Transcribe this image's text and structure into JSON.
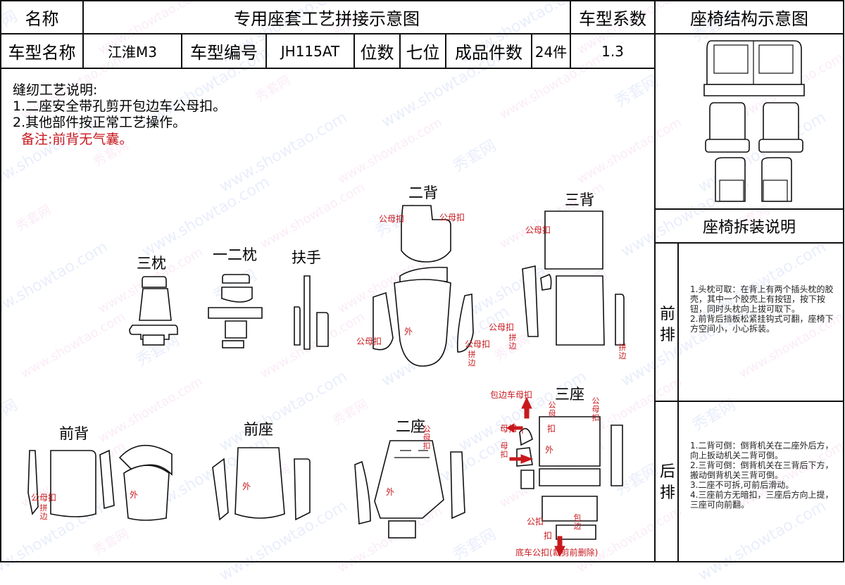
{
  "header": {
    "name_label": "名称",
    "title": "专用座套工艺拼接示意图",
    "coef_label": "车型系数",
    "structure_label": "座椅结构示意图",
    "model_name_label": "车型名称",
    "model_name": "江淮M3",
    "model_code_label": "车型编号",
    "model_code": "JH115AT",
    "seats_label": "位数",
    "seats": "七位",
    "pieces_label": "成品件数",
    "pieces": "24件",
    "coef": "1.3"
  },
  "notes": {
    "title": "缝纫工艺说明:",
    "items": [
      "1.二座安全带孔剪开包边车公母扣。",
      "2.其他部件按正常工艺操作。"
    ],
    "remark": "备注:前背无气囊。"
  },
  "parts": {
    "sanzhen": "三枕",
    "yierzhen": "一二枕",
    "fushou": "扶手",
    "erbei": "二背",
    "sanbei": "三背",
    "qianbei": "前背",
    "qianzuo": "前座",
    "erzuo": "二座",
    "sanzuo": "三座"
  },
  "annotations": {
    "gongmukou": "公母扣",
    "wai": "外",
    "pibian": "拼边",
    "baobian_mukou": "包边车母扣",
    "gongmu": "公母",
    "kou": "扣",
    "mukou": "母扣",
    "gongkou": "公扣",
    "baobian": "包边",
    "diche_gongkou": "底车公扣(裁剪前删除)"
  },
  "sidebar": {
    "disassembly_label": "座椅拆装说明",
    "front_label": "前排",
    "rear_label": "后排",
    "front_text": "1.头枕可取：在背上有两个插头枕的胶壳，其中一个胶壳上有按钮，按下按钮，同时头枕向上拔可取下。\n2.前背后挡板松紧挂钩式可翻，座椅下方空间小，小心拆装。",
    "rear_text": "1.二背可倒：倒背机关在二座外后方，向上扳动机关二背可倒。\n2.三背可倒：倒背机关在三背后下方，搬动倒背机关三背可倒。\n3.二座不可拆,可前后滑动。\n4.三座前方无暗扣，三座后方向上提，三座可向前翻。"
  },
  "watermark": {
    "cn": "秀套网",
    "url": "www.showtao.com"
  },
  "colors": {
    "annotation": "#c8191e",
    "grid": "#111111"
  }
}
